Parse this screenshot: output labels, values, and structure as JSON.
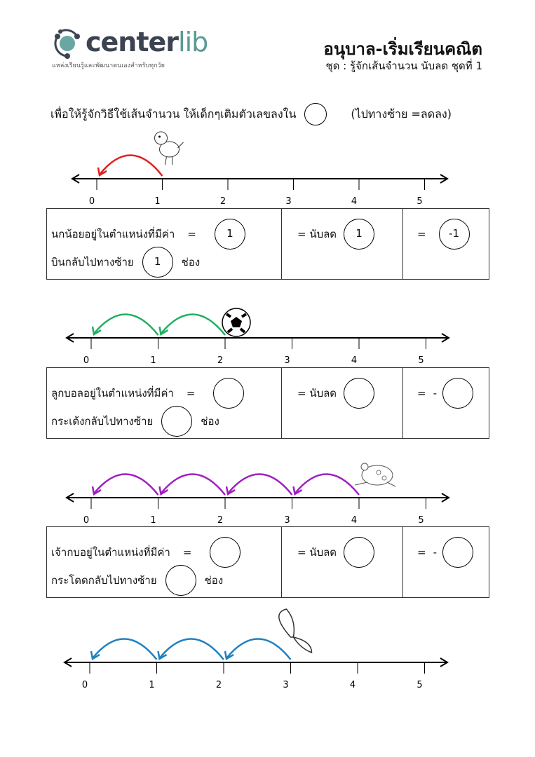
{
  "header": {
    "logo_a": "center",
    "logo_b": "lib",
    "tagline": "แหล่งเรียนรู้และพัฒนาตนเองสำหรับทุกวัย",
    "title": "อนุบาล-เริ่มเรียนคณิต",
    "subtitle": "ชุด : รู้จักเส้นจำนวน นับลด ชุดที่ 1"
  },
  "instruction": {
    "text": "เพื่อให้รู้จักวิธีใช้เส้นจำนวน ให้เด็กๆเติมตัวเลขลงใน",
    "note": "(ไปทางซ้าย =ลดลง)"
  },
  "number_lines": [
    {
      "labels": [
        "0",
        "1",
        "2",
        "3",
        "4",
        "5"
      ],
      "start": 1,
      "color": "#e02020",
      "animal": "bird-icon"
    },
    {
      "labels": [
        "0",
        "1",
        "2",
        "3",
        "4",
        "5"
      ],
      "start": 2,
      "color": "#20b060",
      "animal": "soccer-ball-icon"
    },
    {
      "labels": [
        "0",
        "1",
        "2",
        "3",
        "4",
        "5"
      ],
      "start": 4,
      "color": "#a020c0",
      "animal": "frog-icon"
    },
    {
      "labels": [
        "0",
        "1",
        "2",
        "3",
        "4",
        "5"
      ],
      "start": 3,
      "color": "#2080c0",
      "animal": "butterfly-icon"
    }
  ],
  "exercises": [
    {
      "line1": "นกน้อยอยู่ในตำแหน่งที่มีค่า",
      "eq": "=",
      "pos": "1",
      "line2": "บินกลับไปทางซ้าย",
      "steps": "1",
      "unit": "ช่อง",
      "count_label": "= นับลด",
      "count": "1",
      "result_eq": "=",
      "result_prefix": "",
      "result": "-1"
    },
    {
      "line1": "ลูกบอลอยู่ในตำแหน่งที่มีค่า",
      "eq": "=",
      "pos": "",
      "line2": "กระเด้งกลับไปทางซ้าย",
      "steps": "",
      "unit": "ช่อง",
      "count_label": "= นับลด",
      "count": "",
      "result_eq": "=",
      "result_prefix": "-",
      "result": ""
    },
    {
      "line1": "เจ้ากบอยู่ในตำแหน่งที่มีค่า",
      "eq": "=",
      "pos": "",
      "line2": "กระโดดกลับไปทางซ้าย",
      "steps": "",
      "unit": "ช่อง",
      "count_label": "= นับลด",
      "count": "",
      "result_eq": "=",
      "result_prefix": "-",
      "result": ""
    }
  ]
}
